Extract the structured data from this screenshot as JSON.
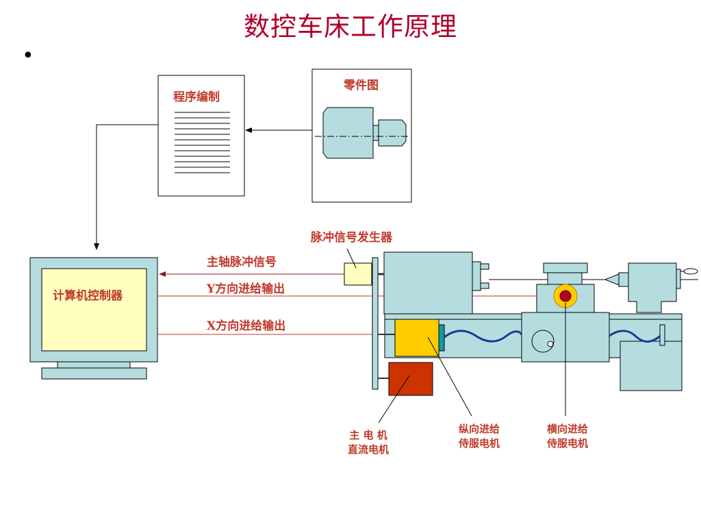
{
  "title": "数控车床工作原理",
  "bullet": "•",
  "labels": {
    "program": "程序编制",
    "part_drawing": "零件图",
    "pulse_generator": "脉冲信号发生器",
    "spindle_pulse": "主轴脉冲信号",
    "y_feed_output": "Y方向进给输出",
    "x_feed_output": "X方向进给输出",
    "controller": "计算机控制器",
    "main_motor": [
      "主 电 机",
      "直流电机"
    ],
    "longitudinal_motor": [
      "纵向进给",
      "侍服电机"
    ],
    "transverse_motor": [
      "横向进给",
      "侍服电机"
    ]
  },
  "colors": {
    "title": "#b0002a",
    "label": "#c0392b",
    "machine_fill": "#b5dde0",
    "controller_screen": "#ffffc0",
    "feed_motor": "#ffcc00",
    "main_motor": "#cc3300",
    "signal_line": "#c0392b"
  }
}
